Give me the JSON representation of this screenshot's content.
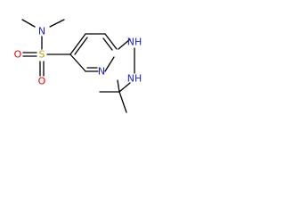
{
  "molecule": {
    "atoms": {
      "n_amine": "N",
      "s_sulfonyl": "S",
      "o_upper": "O",
      "o_lower": "O",
      "n_pyridine": "N",
      "nh_first": "NH",
      "nh_second": "NH"
    },
    "colors": {
      "bond": "#000000",
      "nitrogen": "#1f1fd0",
      "sulfur": "#b8a000",
      "oxygen": "#e00000"
    }
  }
}
